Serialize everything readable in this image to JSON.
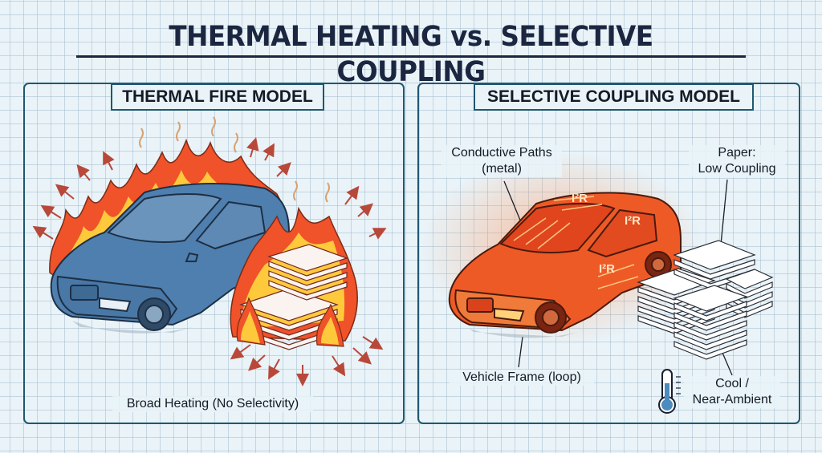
{
  "title": "THERMAL HEATING vs. SELECTIVE COUPLING",
  "panels": {
    "left": {
      "heading": "THERMAL FIRE MODEL",
      "caption": "Broad Heating (No Selectivity)",
      "car_color": "#4f7fae",
      "flame_outer": "#f0522a",
      "flame_inner": "#ffc93c"
    },
    "right": {
      "heading": "SELECTIVE COUPLING MODEL",
      "labels": {
        "conductive_paths_line1": "Conductive Paths",
        "conductive_paths_line2": "(metal)",
        "paper_line1": "Paper:",
        "paper_line2": "Low Coupling",
        "vehicle_frame": "Vehicle Frame (loop)",
        "cool_line1": "Cool /",
        "cool_line2": "Near-Ambient"
      },
      "car_annotations": [
        "I²R",
        "I²R",
        "I²R"
      ],
      "car_color": "#ee5a26",
      "thermometer_color": "#4a8bc0"
    }
  },
  "colors": {
    "background": "#e9f3f8",
    "frame": "#1e5870",
    "title": "#1b2640",
    "arrow": "#b8483a"
  }
}
